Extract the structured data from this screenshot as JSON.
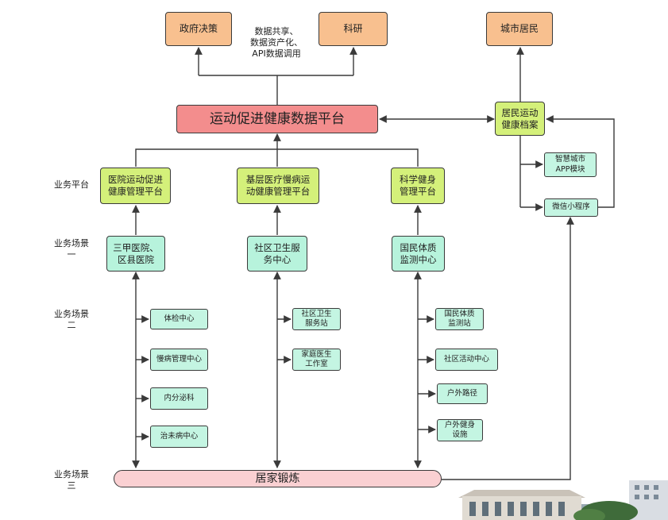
{
  "top": {
    "gov": "政府决策",
    "note": "数据共享、\n数据资产化、\nAPI数据调用",
    "research": "科研",
    "citizens": "城市居民"
  },
  "platform": {
    "main": "运动促进健康数据平台",
    "archive": "居民运动\n健康档案",
    "smart_city_app": "智慧城市\nAPP模块",
    "wechat": "微信小程序"
  },
  "row_labels": {
    "business_platform": "业务平台",
    "scenario_1": "业务场景\n一",
    "scenario_2": "业务场景\n二",
    "scenario_3": "业务场景\n三"
  },
  "columns": {
    "hospital": {
      "platform": "医院运动促进\n健康管理平台",
      "scene1": "三甲医院、\n区县医院",
      "scene2": [
        "体检中心",
        "慢病管理中心",
        "内分泌科",
        "治未病中心"
      ]
    },
    "community": {
      "platform": "基层医疗慢病运\n动健康管理平台",
      "scene1": "社区卫生服\n务中心",
      "scene2": [
        "社区卫生\n服务站",
        "家庭医生\n工作室"
      ]
    },
    "fitness": {
      "platform": "科学健身\n管理平台",
      "scene1": "国民体质\n监测中心",
      "scene2": [
        "国民体质\n监测站",
        "社区活动中心",
        "户外路径",
        "户外健身\n设施"
      ]
    }
  },
  "bottom": {
    "home": "居家锻炼"
  },
  "colors": {
    "orange": "#f8c08f",
    "red": "#f38d8d",
    "lime": "#d4f07a",
    "mint": "#b7f3dc",
    "pink": "#fad0d2",
    "line": "#3a3a3a"
  }
}
